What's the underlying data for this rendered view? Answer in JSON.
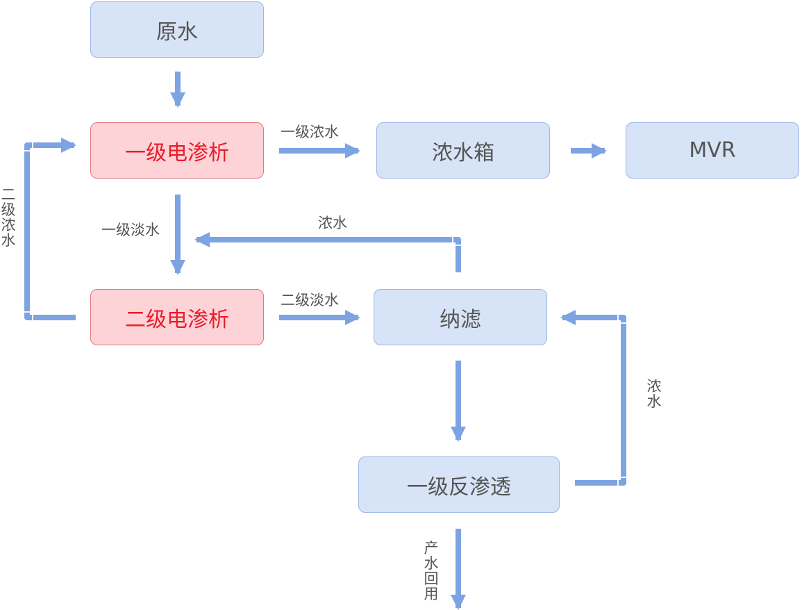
{
  "colors": {
    "arrow": "#7da3e3",
    "node_fill": "#d7e3f6",
    "node_border": "#9ab7e5",
    "highlight_fill": "#fdd3d8",
    "highlight_border": "#e6737e",
    "highlight_text": "#ea1c2a",
    "text": "#555555"
  },
  "nodes": {
    "raw_water": "原水",
    "ed_stage1": "一级电渗析",
    "concentrate_tank": "浓水箱",
    "mvr": "MVR",
    "ed_stage2": "二级电渗析",
    "nanofiltration": "纳滤",
    "ro_stage1": "一级反渗透"
  },
  "labels": {
    "stage1_concentrate": "一级浓水",
    "stage1_dilute": "一级淡水",
    "concentrate_return": "浓水",
    "stage2_dilute": "二级淡水",
    "stage2_concentrate": "二级浓水",
    "ro_concentrate": "浓水",
    "product_reuse": "产水回用"
  }
}
